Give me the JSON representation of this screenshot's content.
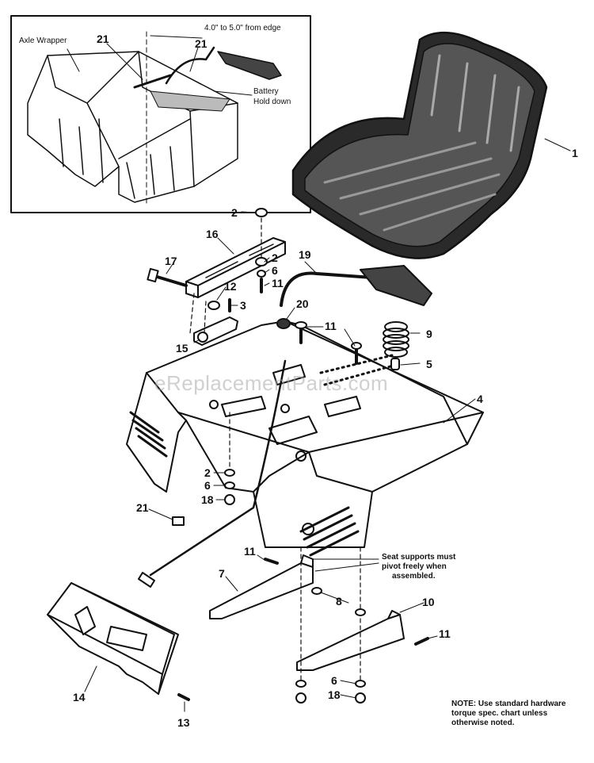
{
  "watermark": "eReplacementParts.com",
  "inset": {
    "axle_wrapper": "Axle Wrapper",
    "distance": "4.0\" to 5.0\" from edge",
    "battery_line1": "Battery",
    "battery_line2": "Hold down",
    "callout_21a": "21",
    "callout_21b": "21"
  },
  "callouts": {
    "c1": "1",
    "c2a": "2",
    "c16": "16",
    "c17": "17",
    "c2b": "2",
    "c6a": "6",
    "c11a": "11",
    "c12": "12",
    "c3": "3",
    "c19": "19",
    "c20": "20",
    "c15": "15",
    "c11b": "11",
    "c9": "9",
    "c5": "5",
    "c4": "4",
    "c2c": "2",
    "c6b": "6",
    "c18a": "18",
    "c21": "21",
    "c11c": "11",
    "c7": "7",
    "c8": "8",
    "c10": "10",
    "c11d": "11",
    "c14": "14",
    "c6c": "6",
    "c18b": "18",
    "c13": "13"
  },
  "notes": {
    "seat_supports_1": "Seat supports must",
    "seat_supports_2": "pivot freely when",
    "seat_supports_3": "assembled.",
    "note_1": "NOTE: Use standard hardware",
    "note_2": "torque spec. chart unless",
    "note_3": "otherwise noted."
  }
}
